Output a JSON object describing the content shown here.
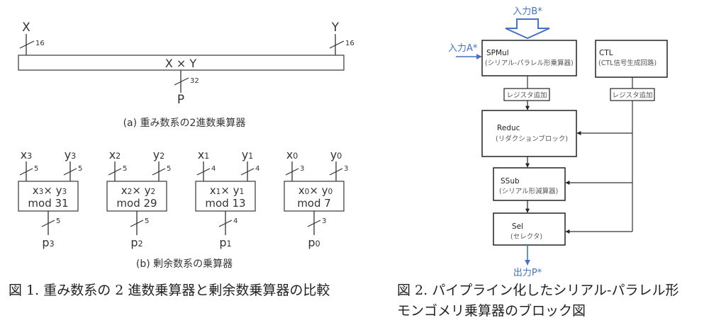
{
  "figure1": {
    "panel_a": {
      "block_label": "X × Y",
      "input_x": {
        "label": "X",
        "width": "16"
      },
      "input_y": {
        "label": "Y",
        "width": "16"
      },
      "output": {
        "label": "P",
        "width": "32"
      },
      "caption": "(a) 重み数系の2進数乗算器"
    },
    "panel_b": {
      "blocks": [
        {
          "x": "x",
          "y": "y",
          "sub": "3",
          "mod": "mod 31",
          "in_width": "5",
          "out_width": "5",
          "out": "p"
        },
        {
          "x": "x",
          "y": "y",
          "sub": "2",
          "mod": "mod 29",
          "in_width": "5",
          "out_width": "5",
          "out": "p"
        },
        {
          "x": "x",
          "y": "y",
          "sub": "1",
          "mod": "mod 13",
          "in_width": "4",
          "out_width": "4",
          "out": "p"
        },
        {
          "x": "x",
          "y": "y",
          "sub": "0",
          "mod": "mod 7",
          "in_width": "3",
          "out_width": "3",
          "out": "p"
        }
      ],
      "caption": "(b) 剰余数系の乗算器"
    },
    "caption": "図 1. 重み数系の 2 進数乗算器と剰余数乗算器の比較"
  },
  "figure2": {
    "input_b": "入力B*",
    "input_a": "入力A*",
    "output_p": "出力P*",
    "blocks": {
      "spmul": {
        "name": "SPMul",
        "desc": "(シリアル-パラレル形乗算器)"
      },
      "ctl": {
        "name": "CTL",
        "desc": "(CTL信号生成回路)"
      },
      "reduc": {
        "name": "Reduc",
        "desc": "(リダクションブロック)"
      },
      "ssub": {
        "name": "SSub",
        "desc": "(シリアル形減算器)"
      },
      "sel": {
        "name": "Sel",
        "desc": "(セレクタ)"
      }
    },
    "register_label": "レジスタ追加",
    "caption_line1": "図 2. パイプライン化したシリアル-パラレル形",
    "caption_line2": "モンゴメリ乗算器のブロック図"
  },
  "colors": {
    "accent_blue": "#4472C4",
    "line": "#333333"
  }
}
